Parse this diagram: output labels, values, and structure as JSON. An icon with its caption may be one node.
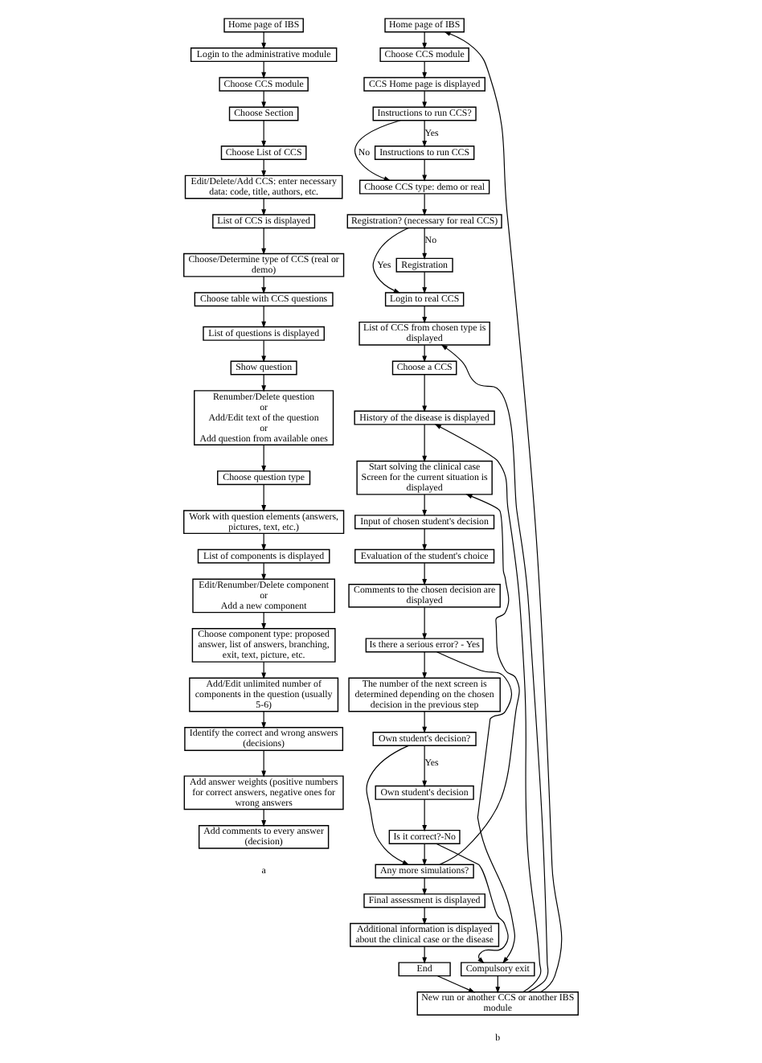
{
  "diagram": {
    "nodes": [
      {
        "text": [
          "Home page of IBS"
        ]
      },
      {
        "text": [
          "Login to the administrative module"
        ]
      },
      {
        "text": [
          "Choose CCS module"
        ]
      },
      {
        "text": [
          "Choose Section"
        ]
      },
      {
        "text": [
          "Choose List of CCS"
        ]
      },
      {
        "text": [
          "Edit/Delete/Add CCS: enter necessary data: code, title, authors, etc."
        ]
      },
      {
        "text": [
          "List of CCS is displayed"
        ]
      },
      {
        "text": [
          "Choose/Determine type of CCS (real or demo)"
        ]
      },
      {
        "text": [
          "Choose table with CCS questions"
        ]
      },
      {
        "text": [
          "List of questions is displayed"
        ]
      },
      {
        "text": [
          "Show question"
        ]
      },
      {
        "text": [
          "Renumber/Delete question",
          "or",
          "Add/Edit text of the question",
          "or",
          "Add question from available ones"
        ]
      },
      {
        "text": [
          "Choose question type"
        ]
      },
      {
        "text": [
          "Work with question elements (answers, pictures, text, etc.)"
        ]
      },
      {
        "text": [
          "List of components is displayed"
        ]
      },
      {
        "text": [
          "Edit/Renumber/Delete component",
          "or",
          "Add a new component"
        ]
      },
      {
        "text": [
          "Choose component type: proposed answer, list of answers, branching, exit, text, picture, etc."
        ]
      },
      {
        "text": [
          "Add/Edit unlimited number of components in the question (usually 5-6)"
        ]
      },
      {
        "text": [
          "Identify the correct and wrong answers (decisions)"
        ]
      },
      {
        "text": [
          "Add answer weights (positive numbers for correct answers, negative ones for wrong answers"
        ]
      },
      {
        "text": [
          "Add comments to every answer (decision)"
        ]
      },
      {
        "text": [
          "Home page of IBS"
        ]
      },
      {
        "text": [
          "Choose CCS module"
        ]
      },
      {
        "text": [
          "CCS Home page is displayed"
        ]
      },
      {
        "text": [
          "Instructions to run CCS?"
        ]
      },
      {
        "text": [
          "Instructions to run CCS"
        ]
      },
      {
        "text": [
          "Choose CCS type: demo or real"
        ]
      },
      {
        "text": [
          "Registration? (necessary for real CCS)"
        ]
      },
      {
        "text": [
          "Registration"
        ]
      },
      {
        "text": [
          "Login to real CCS"
        ]
      },
      {
        "text": [
          "List of CCS from chosen type is displayed"
        ]
      },
      {
        "text": [
          "Choose a CCS"
        ]
      },
      {
        "text": [
          "History of the disease is displayed"
        ]
      },
      {
        "text": [
          "Start solving the clinical case",
          "Screen for the current situation is displayed"
        ]
      },
      {
        "text": [
          "Input of chosen student's decision"
        ]
      },
      {
        "text": [
          "Evaluation of the student's choice"
        ]
      },
      {
        "text": [
          "Comments to the chosen decision are displayed"
        ]
      },
      {
        "text": [
          "Is there a serious error? - Yes"
        ]
      },
      {
        "text": [
          "The number of the next screen is determined depending on the chosen decision in the previous step"
        ]
      },
      {
        "text": [
          "Own student's decision?"
        ]
      },
      {
        "text": [
          "Own student's decision"
        ]
      },
      {
        "text": [
          "Is it correct?-No"
        ]
      },
      {
        "text": [
          "Any more simulations?"
        ]
      },
      {
        "text": [
          "Final assessment is displayed"
        ]
      },
      {
        "text": [
          "Additional information is displayed about the clinical case or the disease"
        ]
      },
      {
        "text": [
          "End"
        ]
      },
      {
        "text": [
          "Compulsory exit"
        ]
      },
      {
        "text": [
          "New run or another CCS or another IBS module"
        ]
      }
    ],
    "edges": [
      {
        "from": 0,
        "to": 1,
        "arrow": "to"
      },
      {
        "from": 1,
        "to": 2,
        "arrow": "to"
      },
      {
        "from": 2,
        "to": 3,
        "arrow": "to"
      },
      {
        "from": 3,
        "to": 4,
        "arrow": "to"
      },
      {
        "from": 4,
        "to": 5,
        "arrow": "to"
      },
      {
        "from": 5,
        "to": 6,
        "arrow": "to"
      },
      {
        "from": 6,
        "to": 7,
        "arrow": "to"
      },
      {
        "from": 7,
        "to": 8,
        "arrow": "to"
      },
      {
        "from": 8,
        "to": 9,
        "arrow": "to"
      },
      {
        "from": 9,
        "to": 10,
        "arrow": "to"
      },
      {
        "from": 10,
        "to": 11,
        "arrow": "to"
      },
      {
        "from": 11,
        "to": 12,
        "arrow": "to"
      },
      {
        "from": 12,
        "to": 13,
        "arrow": "to"
      },
      {
        "from": 13,
        "to": 14,
        "arrow": "to"
      },
      {
        "from": 14,
        "to": 15,
        "arrow": "to"
      },
      {
        "from": 15,
        "to": 16,
        "arrow": "to"
      },
      {
        "from": 16,
        "to": 17,
        "arrow": "to"
      },
      {
        "from": 17,
        "to": 18,
        "arrow": "to"
      },
      {
        "from": 18,
        "to": 19,
        "arrow": "to"
      },
      {
        "from": 19,
        "to": 20,
        "arrow": "to"
      },
      {
        "from": 21,
        "to": 22,
        "arrow": "to"
      },
      {
        "from": 22,
        "to": 23,
        "arrow": "to"
      },
      {
        "from": 23,
        "to": 24,
        "arrow": "to"
      },
      {
        "from": 24,
        "to": 25,
        "arrow": "to",
        "label": "Yes"
      },
      {
        "from": 24,
        "to": 26,
        "arrow": "to",
        "label": "No"
      },
      {
        "from": 25,
        "to": 26,
        "arrow": "to"
      },
      {
        "from": 26,
        "to": 27,
        "arrow": "to"
      },
      {
        "from": 27,
        "to": 28,
        "arrow": "to",
        "label": "No"
      },
      {
        "from": 27,
        "to": 29,
        "arrow": "to",
        "label": "Yes"
      },
      {
        "from": 28,
        "to": 29,
        "arrow": "to"
      },
      {
        "from": 29,
        "to": 30,
        "arrow": "to"
      },
      {
        "from": 30,
        "to": 31,
        "arrow": "to"
      },
      {
        "from": 31,
        "to": 32,
        "arrow": "to"
      },
      {
        "from": 32,
        "to": 33,
        "arrow": "to"
      },
      {
        "from": 33,
        "to": 34,
        "arrow": "to"
      },
      {
        "from": 34,
        "to": 35,
        "arrow": "to"
      },
      {
        "from": 35,
        "to": 36,
        "arrow": "to"
      },
      {
        "from": 36,
        "to": 37,
        "arrow": "to"
      },
      {
        "from": 37,
        "to": 38,
        "arrow": "to"
      },
      {
        "from": 37,
        "to": 46,
        "arrow": "to"
      },
      {
        "from": 38,
        "to": 39,
        "arrow": "to"
      },
      {
        "from": 39,
        "to": 40,
        "arrow": "to",
        "label": "Yes"
      },
      {
        "from": 39,
        "to": 42,
        "arrow": "to"
      },
      {
        "from": 40,
        "to": 41,
        "arrow": "to"
      },
      {
        "from": 41,
        "to": 42,
        "arrow": "to"
      },
      {
        "from": 41,
        "to": 46,
        "arrow": "to"
      },
      {
        "from": 42,
        "to": 43,
        "arrow": "to"
      },
      {
        "from": 43,
        "to": 44,
        "arrow": "to"
      },
      {
        "from": 44,
        "to": 45,
        "arrow": "to"
      },
      {
        "from": 45,
        "to": 47,
        "arrow": "to"
      },
      {
        "from": 46,
        "to": 47,
        "arrow": "to"
      },
      {
        "from": 47,
        "to": 21,
        "arrow": "to"
      },
      {
        "from": 47,
        "to": 30,
        "arrow": "to"
      },
      {
        "from": 47,
        "to": 32,
        "arrow": "to"
      },
      {
        "from": 42,
        "to": 33,
        "arrow": "to"
      }
    ],
    "labels": [
      "a",
      "b"
    ]
  }
}
